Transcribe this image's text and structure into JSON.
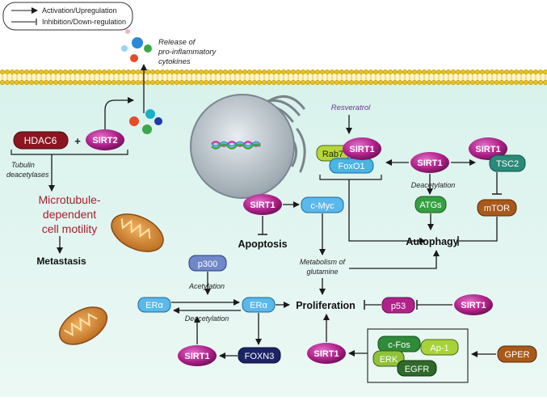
{
  "legend": {
    "activation": "Activation/Upregulation",
    "inhibition": "Inhibition/Down-regulation"
  },
  "release": {
    "line1": "Release of",
    "line2": "pro-inflammatory",
    "line3": "cytokines"
  },
  "nodes": {
    "hdac6": "HDAC6",
    "plus": "+",
    "sirt2": "SIRT2",
    "sirt1": "SIRT1",
    "rab7": "Rab7",
    "foxo1": "FoxO1",
    "tsc2": "TSC2",
    "mtor": "mTOR",
    "atgs": "ATGs",
    "cmyc": "c-Myc",
    "p300": "p300",
    "era": "ERα",
    "foxn3": "FOXN3",
    "p53": "p53",
    "cfos": "c-Fos",
    "ap1": "Ap-1",
    "erk": "ERK",
    "egfr": "EGFR",
    "gper": "GPER"
  },
  "labels": {
    "resveratrol": "Resveratrol",
    "tubulin1": "Tubulin",
    "tubulin2": "deacetylases",
    "micro1": "Microtubule-",
    "micro2": "dependent",
    "micro3": "cell motility",
    "metastasis": "Metastasis",
    "deacetylation": "Deacetylation",
    "autophagy": "Autophagy",
    "apoptosis": "Apoptosis",
    "metab1": "Metabolism of",
    "metab2": "glutamine",
    "acetylation": "Acetylation",
    "proliferation": "Proliferation"
  },
  "colors": {
    "sirt": "#b0228a",
    "hdac6": "#8b1520",
    "blue": "#5bb8ea",
    "green": "#2f8a3a",
    "lime": "#a8d23a",
    "teal": "#2a8a7a",
    "brown": "#a55a1a",
    "navy": "#1c2466",
    "red_text": "#a51d2d",
    "purple_text": "#6a3a8a"
  }
}
